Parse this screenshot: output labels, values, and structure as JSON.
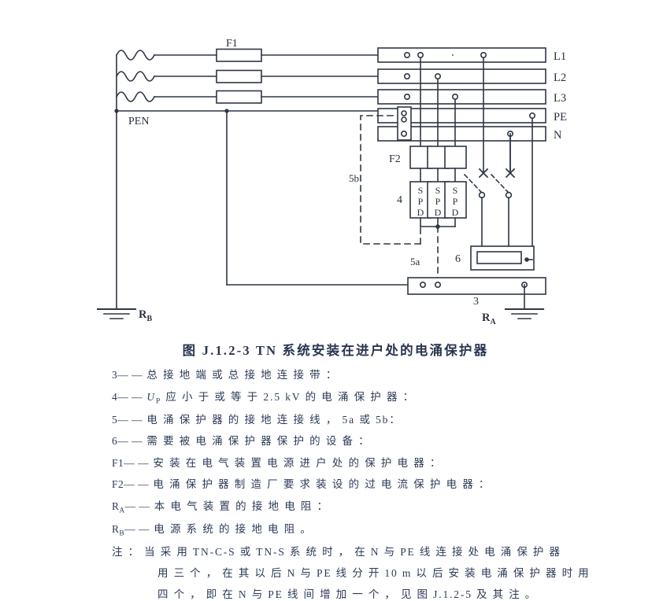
{
  "figure": {
    "title": "图 J.1.2-3    TN 系统安装在进户处的电涌保护器",
    "caption_number": "J.1.2-3"
  },
  "diagram": {
    "bus_labels": [
      "L1",
      "L2",
      "L3",
      "PE",
      "N"
    ],
    "source_label": "PEN",
    "fuse_label": "F1",
    "overcurrent_label": "F2",
    "spd_text": "SPD",
    "spd_ref": "4",
    "earth_bar_ref": "3",
    "equipment_ref": "6",
    "conn_5a": "5a",
    "conn_5b": "5b",
    "resistance_left": "R",
    "resistance_left_sub": "B",
    "resistance_right": "R",
    "resistance_right_sub": "A",
    "line_color": "#2f3645",
    "ink_color": "#2b3140",
    "background": "#ffffff"
  },
  "legend": [
    {
      "key": "3",
      "dash": "— —",
      "text": "总 接 地 端 或 总 接 地 连 接 带 ："
    },
    {
      "key": "4",
      "dash": "— —",
      "text": "应 小 于 或 等 于 2.5 kV 的 电 涌 保 护 器 ：",
      "symbol": "U",
      "symbol_sub": "P"
    },
    {
      "key": "5",
      "dash": "— —",
      "text": "电 涌 保 护 器 的 接 地 连 接 线 ， 5a 或 5b："
    },
    {
      "key": "6",
      "dash": "— —",
      "text": "需 要 被 电 涌 保 护 器 保 护 的 设 备 ："
    },
    {
      "key": "F1",
      "dash": "— —",
      "text": "安 装 在 电 气 装 置 电 源 进 户 处 的 保 护 电 器 ："
    },
    {
      "key": "F2",
      "dash": "— —",
      "text": "电 涌 保 护 器 制 造 厂 要 求 装 设 的 过 电 流 保 护 电 器 ："
    },
    {
      "key": "R",
      "key_sub": "A",
      "dash": "— —",
      "text": "本 电 气 装 置 的 接 地 电 阻 ："
    },
    {
      "key": "R",
      "key_sub": "B",
      "dash": "— —",
      "text": "电 源 系 统 的 接 地 电 阻 。"
    }
  ],
  "note": {
    "label": "注 ：",
    "line1": "当 采 用 TN-C-S 或 TN-S 系 统 时 ， 在 N 与 PE 线 连 接 处 电 涌 保 护 器",
    "line2": "用 三 个 ， 在 其 以 后 N 与 PE 线 分 开 10 m 以 后 安 装 电 涌 保 护 器 时 用",
    "line3": "四 个 ， 即 在 N 与 PE 线 间 增 加 一 个 ， 见 图 J.1.2-5 及 其 注 。"
  }
}
